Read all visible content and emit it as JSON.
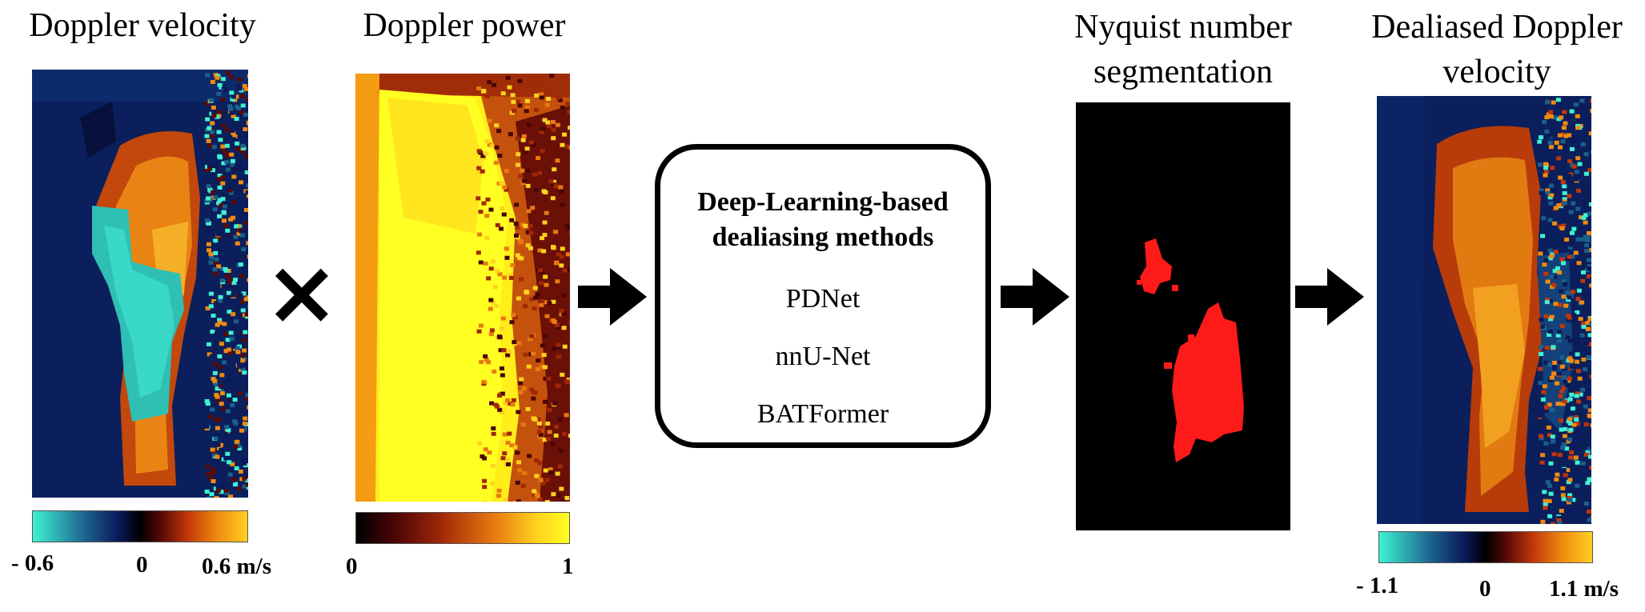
{
  "panels": {
    "velocity": {
      "title": "Doppler velocity",
      "colorbar": {
        "min_label": "- 0.6",
        "zero_label": "0",
        "max_label": "0.6 m/s"
      }
    },
    "power": {
      "title": "Doppler power",
      "colorbar": {
        "min_label": "0",
        "max_label": "1"
      }
    },
    "segmentation": {
      "title_line1": "Nyquist number",
      "title_line2": "segmentation"
    },
    "dealiased": {
      "title_line1": "Dealiased Doppler",
      "title_line2": "velocity",
      "colorbar": {
        "min_label": "- 1.1",
        "zero_label": "0",
        "max_label": "1.1 m/s"
      }
    }
  },
  "operator": "×",
  "method_box": {
    "title_line1": "Deep-Learning-based",
    "title_line2": "dealiasing methods",
    "methods": [
      "PDNet",
      "nnU-Net",
      "BATFormer"
    ]
  },
  "colors": {
    "velocity_scale": [
      "#3ff2d2",
      "#1b5f8c",
      "#0a1a5a",
      "#000000",
      "#5a0a05",
      "#c0360a",
      "#f08a10",
      "#ffd020"
    ],
    "power_scale": [
      "#000000",
      "#4a0505",
      "#a02808",
      "#e87a10",
      "#ffd21e",
      "#ffff22"
    ],
    "segmentation_bg": "#000000",
    "segmentation_fg": "#ff1a1a"
  }
}
